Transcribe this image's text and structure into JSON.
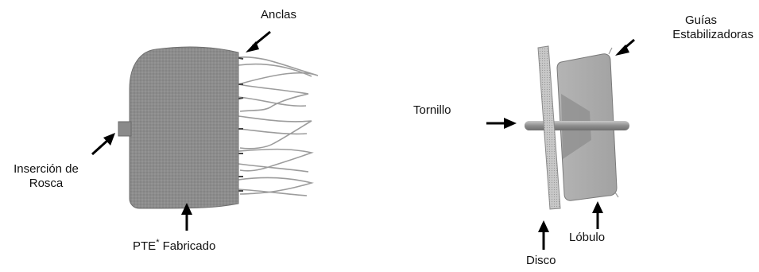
{
  "left_device": {
    "labels": {
      "anchors": "Anclas",
      "thread_insert_line1": "Inserción de",
      "thread_insert_line2": "Rosca",
      "fabric_prefix": "PTE",
      "fabric_marker": "*",
      "fabric_suffix": " Fabricado"
    }
  },
  "right_device": {
    "labels": {
      "guides_line1": "Guías",
      "guides_line2": "Estabilizadoras",
      "screw": "Tornillo",
      "disc": "Disco",
      "lobe": "Lóbulo"
    }
  }
}
